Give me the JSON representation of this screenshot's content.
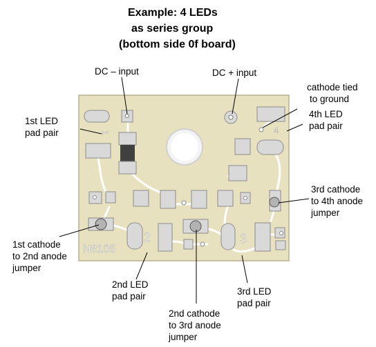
{
  "title": {
    "line1": "Example: 4 LEDs",
    "line2": "as series group",
    "line3": "(bottom side 0f board)"
  },
  "labels": {
    "dc_minus": "DC – input",
    "dc_plus": "DC + input",
    "cathode_tied": [
      "cathode tied",
      "to ground"
    ],
    "led1": [
      "1st LED",
      "pad pair"
    ],
    "led4": [
      "4th LED",
      "pad pair"
    ],
    "cathode3": [
      "3rd cathode",
      "to 4th anode",
      "jumper"
    ],
    "cathode1": [
      "1st cathode",
      "to 2nd anode",
      "jumper"
    ],
    "led2": [
      "2nd LED",
      "pad pair"
    ],
    "led3": [
      "3rd LED",
      "pad pair"
    ],
    "cathode2": [
      "2nd cathode",
      "to 3rd anode",
      "jumper"
    ]
  },
  "silkscreen": {
    "part_number": "N8105",
    "num_1": "1",
    "num_2": "2",
    "num_3": "3",
    "num_4": "4"
  },
  "colors": {
    "board": "#e8e1bf",
    "pad": "#d9d9d9",
    "pad_stroke": "#8c8c8c",
    "trace": "#ffffff",
    "jumper": "#b3b3b3",
    "resistor": "#404040"
  }
}
